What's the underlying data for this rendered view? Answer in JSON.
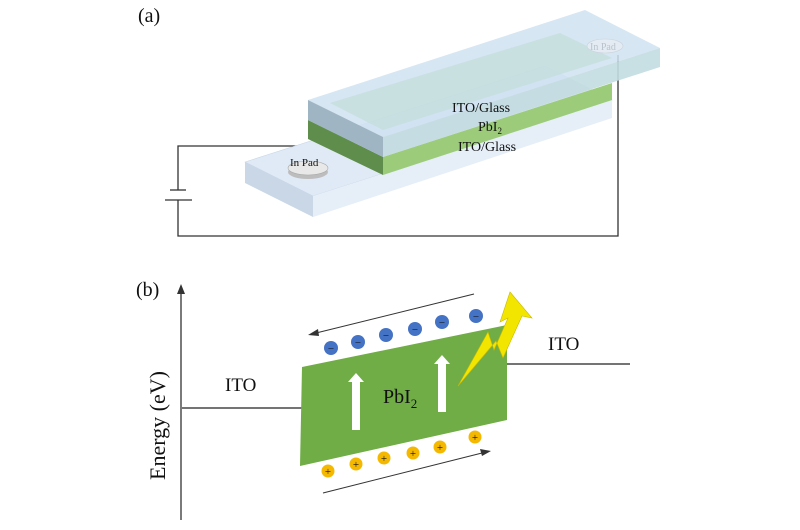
{
  "panel_a": {
    "label": "(a)",
    "top_layer": "ITO/Glass",
    "middle_layer": "PbI",
    "middle_layer_sub": "2",
    "bottom_layer": "ITO/Glass",
    "pad_left": "In Pad",
    "pad_right": "In Pad"
  },
  "panel_b": {
    "label": "(b)",
    "y_axis_label": "Energy (eV)",
    "left_contact": "ITO",
    "right_contact": "ITO",
    "semiconductor": "PbI",
    "semiconductor_sub": "2",
    "electron_symbol": "−",
    "hole_symbol": "+"
  },
  "colors": {
    "electron": "#4472c4",
    "hole": "#f5b800",
    "pbi2_band": "#70ad47",
    "glass": "#dce9f5"
  }
}
